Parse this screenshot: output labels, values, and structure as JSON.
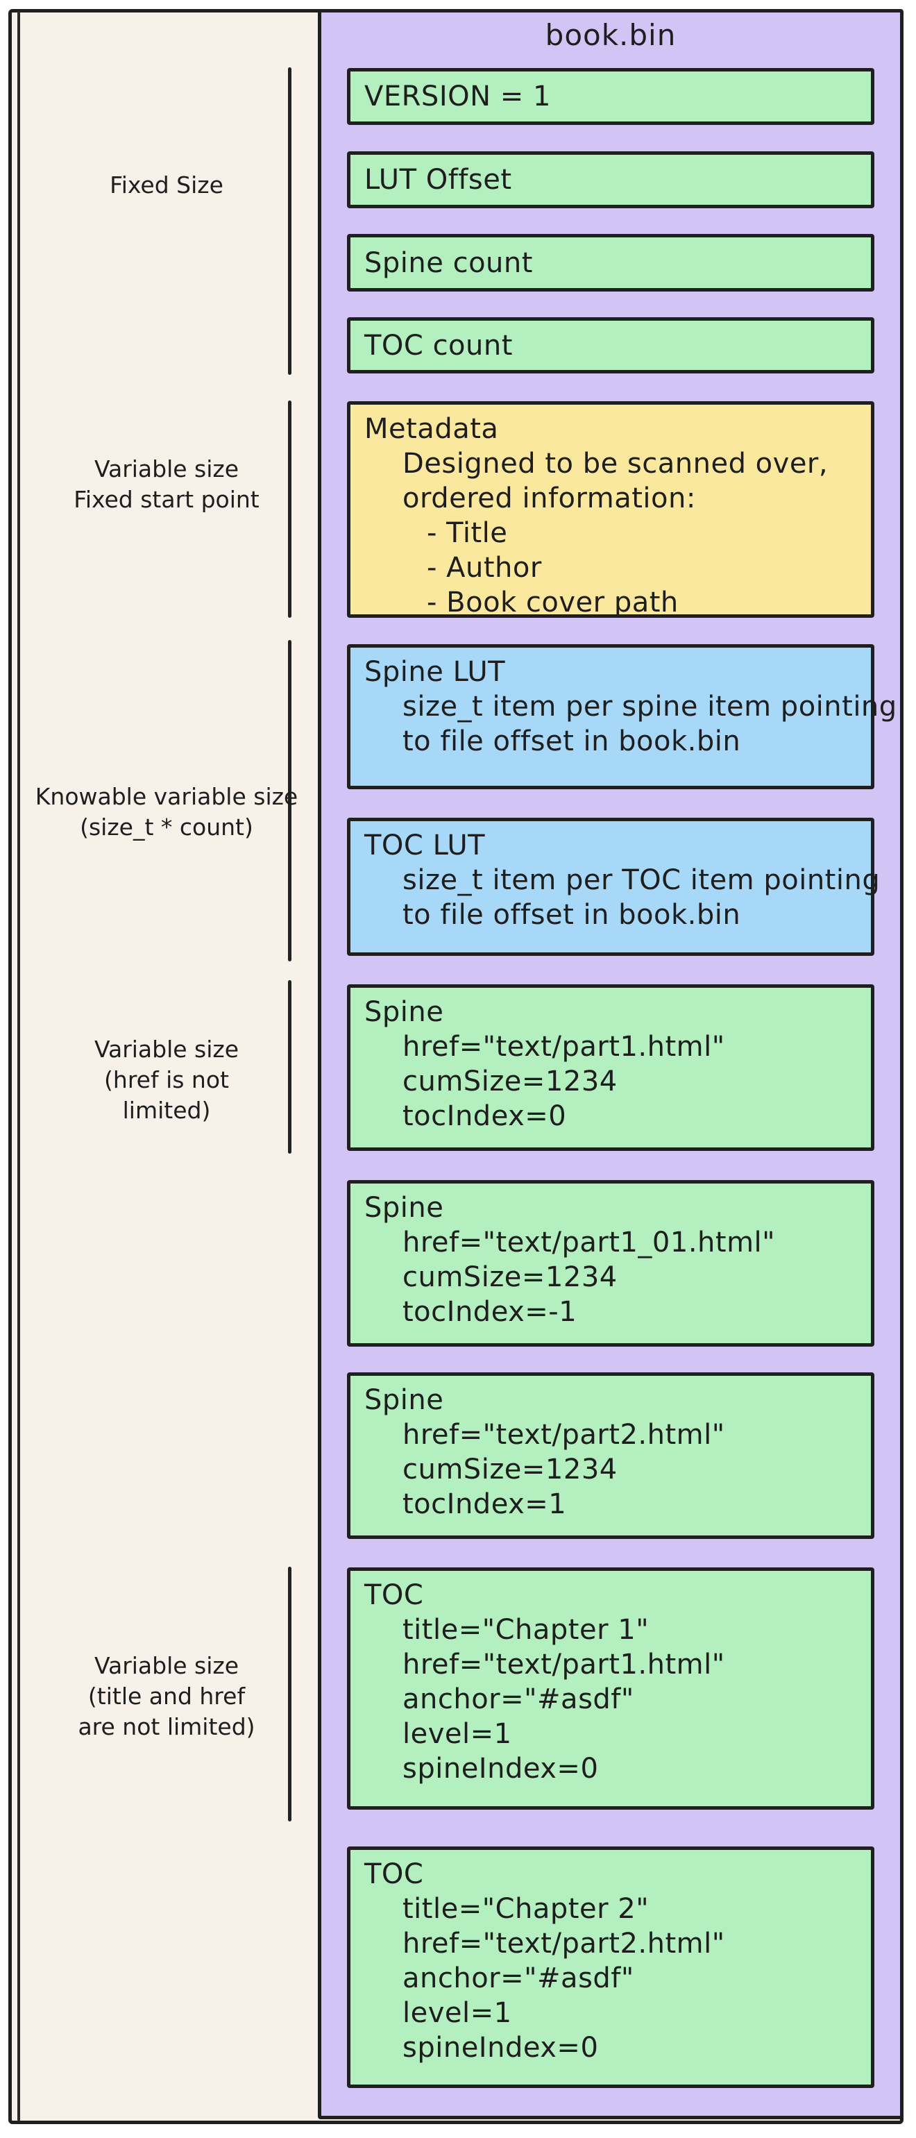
{
  "title": "book.bin",
  "colors": {
    "canvas_fill": "#f8f1ea",
    "container_fill": "#d2c4f5",
    "green_fill": "#b4efc0",
    "yellow_fill": "#fbe89f",
    "blue_fill": "#a8d8f8",
    "stroke": "#1f1f1f"
  },
  "side_labels": [
    {
      "lines": [
        "Fixed Size"
      ]
    },
    {
      "lines": [
        "Variable size",
        "Fixed start point"
      ]
    },
    {
      "lines": [
        "Knowable variable size",
        "(size_t * count)"
      ]
    },
    {
      "lines": [
        "Variable size",
        "(href is not",
        "limited)"
      ]
    },
    {
      "lines": [
        "Variable size",
        "(title and href",
        "are not limited)"
      ]
    }
  ],
  "boxes": [
    {
      "color": "green",
      "lines": [
        "VERSION = 1"
      ]
    },
    {
      "color": "green",
      "lines": [
        "LUT Offset"
      ]
    },
    {
      "color": "green",
      "lines": [
        "Spine count"
      ]
    },
    {
      "color": "green",
      "lines": [
        "TOC count"
      ]
    },
    {
      "color": "yellow",
      "lines": [
        "Metadata",
        "Designed to be scanned over,",
        "ordered information:",
        "- Title",
        "- Author",
        "- Book cover path"
      ]
    },
    {
      "color": "blue",
      "lines": [
        "Spine LUT",
        "size_t item per spine item pointing",
        "to file offset in book.bin"
      ]
    },
    {
      "color": "blue",
      "lines": [
        "TOC LUT",
        "size_t item per TOC item pointing",
        "to file offset in book.bin"
      ]
    },
    {
      "color": "green",
      "lines": [
        "Spine",
        "href=\"text/part1.html\"",
        "cumSize=1234",
        "tocIndex=0"
      ]
    },
    {
      "color": "green",
      "lines": [
        "Spine",
        "href=\"text/part1_01.html\"",
        "cumSize=1234",
        "tocIndex=-1"
      ]
    },
    {
      "color": "green",
      "lines": [
        "Spine",
        "href=\"text/part2.html\"",
        "cumSize=1234",
        "tocIndex=1"
      ]
    },
    {
      "color": "green",
      "lines": [
        "TOC",
        "title=\"Chapter 1\"",
        "href=\"text/part1.html\"",
        "anchor=\"#asdf\"",
        "level=1",
        "spineIndex=0"
      ]
    },
    {
      "color": "green",
      "lines": [
        "TOC",
        "title=\"Chapter 2\"",
        "href=\"text/part2.html\"",
        "anchor=\"#asdf\"",
        "level=1",
        "spineIndex=0"
      ]
    }
  ]
}
